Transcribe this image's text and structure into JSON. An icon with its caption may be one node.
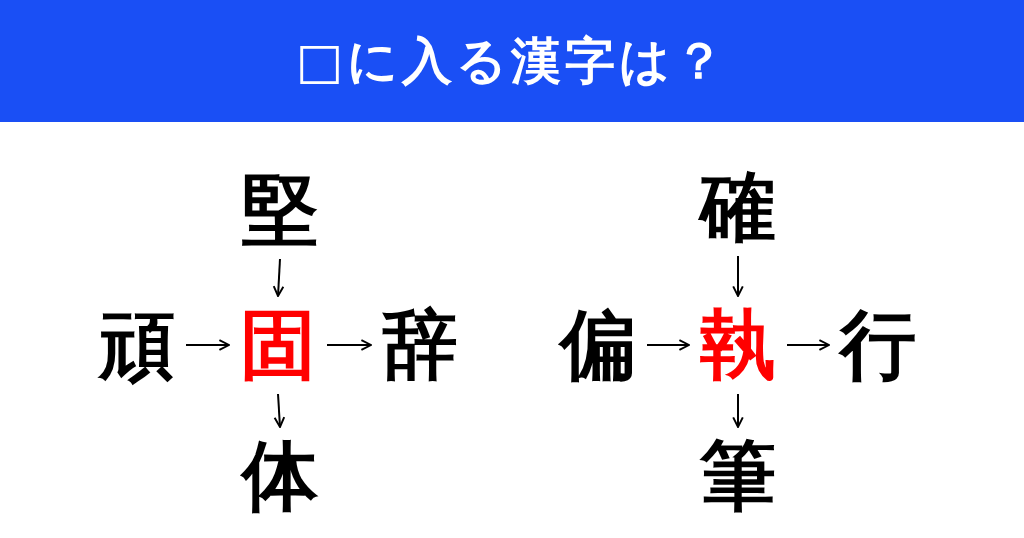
{
  "diagram": {
    "title": "□に入る漢字は？",
    "nodes": [
      {
        "text": [
          "堅"
        ]
      },
      {
        "text": [
          "頑"
        ]
      },
      {
        "text": [
          "固"
        ]
      },
      {
        "text": [
          "辞"
        ]
      },
      {
        "text": [
          "体"
        ]
      },
      {
        "text": [
          "確"
        ]
      },
      {
        "text": [
          "偏"
        ]
      },
      {
        "text": [
          "執"
        ]
      },
      {
        "text": [
          "行"
        ]
      },
      {
        "text": [
          "筆"
        ]
      }
    ],
    "edges": [
      {
        "from": 0,
        "to": 2,
        "arrow": "to"
      },
      {
        "from": 1,
        "to": 2,
        "arrow": "to"
      },
      {
        "from": 2,
        "to": 3,
        "arrow": "to"
      },
      {
        "from": 2,
        "to": 4,
        "arrow": "to"
      },
      {
        "from": 5,
        "to": 7,
        "arrow": "to"
      },
      {
        "from": 6,
        "to": 7,
        "arrow": "to"
      },
      {
        "from": 7,
        "to": 8,
        "arrow": "to"
      },
      {
        "from": 7,
        "to": 9,
        "arrow": "to"
      }
    ]
  }
}
